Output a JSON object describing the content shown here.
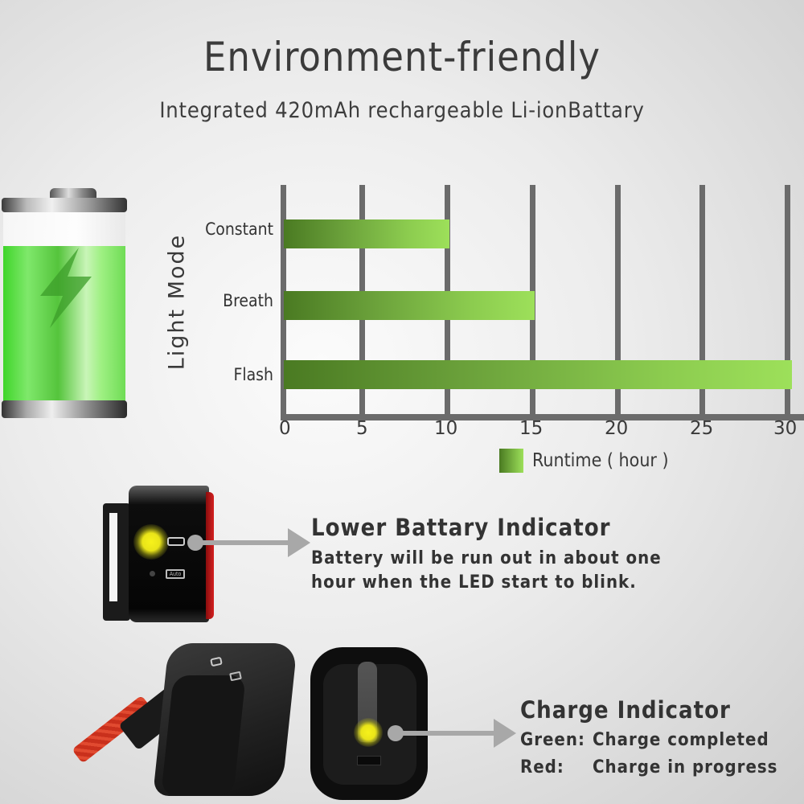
{
  "header": {
    "title": "Environment-friendly",
    "subtitle": "Integrated 420mAh rechargeable Li-ionBattary"
  },
  "illustration": {
    "icon": "battery-charging-icon",
    "fill_color": "#55d93a"
  },
  "chart_data": {
    "type": "bar",
    "orientation": "horizontal",
    "title": "",
    "categories": [
      "Constant",
      "Breath",
      "Flash"
    ],
    "series": [
      {
        "name": "Runtime ( hour )",
        "values": [
          10,
          15,
          30
        ]
      }
    ],
    "values": [
      10,
      15,
      30
    ],
    "xlabel": "Runtime ( hour )",
    "ylabel": "Light Mode",
    "xlim": [
      0,
      30
    ],
    "x_ticks": [
      "0",
      "5",
      "10",
      "15",
      "20",
      "25",
      "30"
    ],
    "grid": true,
    "legend": {
      "position": "bottom-center",
      "entries": [
        "Runtime ( hour )"
      ]
    },
    "bar_color_start": "#4a7a22",
    "bar_color_end": "#9de05a"
  },
  "low_battery": {
    "heading": "Lower Battary Indicator",
    "line1": "Battery will be run out in about one",
    "line2": "hour when the LED start to blink.",
    "device_label": "Auto",
    "led_color": "#f2ee1a"
  },
  "charge": {
    "heading": "Charge Indicator",
    "rows": [
      {
        "color_label": "Green:",
        "meaning": "Charge completed"
      },
      {
        "color_label": "Red:",
        "meaning": "Charge in progress"
      }
    ],
    "led_color": "#f2ee1a"
  }
}
